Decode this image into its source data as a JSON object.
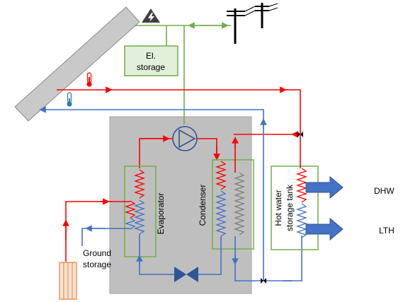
{
  "labels": {
    "el_storage_line1": "El.",
    "el_storage_line2": "storage",
    "evaporator": "Evaporator",
    "condenser": "Condenser",
    "tank_line1": "Hot water",
    "tank_line2": "storage tank",
    "dhw": "DHW",
    "lth": "LTH",
    "ground_line1": "Ground",
    "ground_line2": "storage"
  },
  "colors": {
    "hot_pipe": "#ff0000",
    "cold_pipe": "#4472c4",
    "electric": "#70ad47",
    "housing": "#bfbfbf",
    "el_storage_fill": "#e2efda",
    "ground_fill": "#fce4d6",
    "ground_stroke": "#ed7d31",
    "output_arrow": "#4472c4",
    "valve": "#2f5597"
  },
  "icons": [
    "warning-high-voltage-icon",
    "utility-pole-icon",
    "thermometer-hot-icon",
    "thermometer-cold-icon",
    "pump-icon",
    "expansion-valve-icon",
    "three-way-valve-icon"
  ]
}
